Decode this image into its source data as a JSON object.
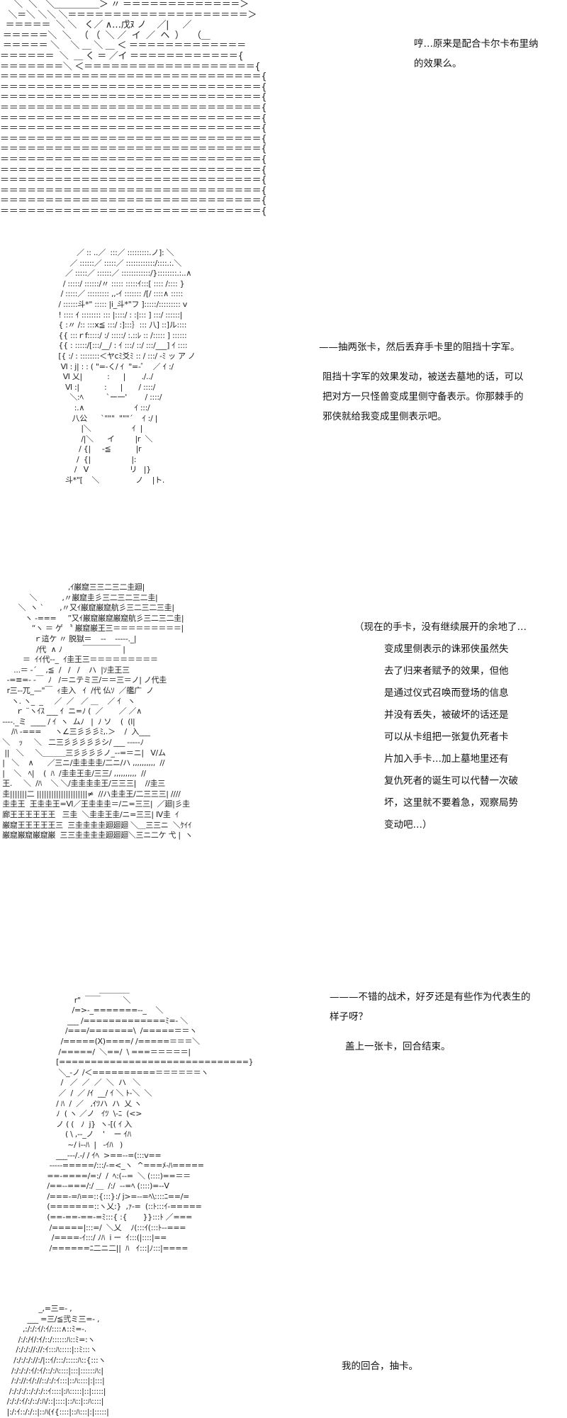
{
  "panels": [
    {
      "art": [
        "     ＼  ＼   ＼＿＿＿＿＿＞ 〃 ＝＝＝＝＝＝＝＝＝＝＝＝＝＞",
        "   ＼＝＼ ＼＼ ＼＝＝＝＝＝＝＝＝＝＝＝＝＝＝＝＝＝＝＝＝＞",
        "  ＝＝＝＝＝  ＼ ＼   く／ ∧…戊ﾇ ノ    ／|     ／",
        " ＝＝＝＝＝＼  ＼   （ （  ＼ ／  イ  ／  ヘ  ）   （＿",
        " ＝＝＝＝＝ ＼    ＼ ＿ ＼ ＿ ＜ ＝＝＝＝＝＝＝＝＝＝＝＝＝",
        "＝＝＝＝＝＝  ＼  ＿ く ＝ ／イ ＝＝＝＝＝＝＝＝＝＝＝＝{",
        "＝＝＝＝＝＝＝＼ ＜＝＝＝＝＝＝＝＝＝＝＝＝＝＝＝＝＝＝＝{",
        "＝＝＝＝＝＝＝＝＝＝＝＝＝＝＝＝＝＝＝＝＝＝＝＝＝＝＝＝＝{",
        "＝＝＝＝＝＝＝＝＝＝＝＝＝＝＝＝＝＝＝＝＝＝＝＝＝＝＝＝＝{",
        "＝＝＝＝＝＝＝＝＝＝＝＝＝＝＝＝＝＝＝＝＝＝＝＝＝＝＝＝＝{",
        "＝＝＝＝＝＝＝＝＝＝＝＝＝＝＝＝＝＝＝＝＝＝＝＝＝＝＝＝＝{",
        "＝＝＝＝＝＝＝＝＝＝＝＝＝＝＝＝＝＝＝＝＝＝＝＝＝＝＝＝＝{",
        "＝＝＝＝＝＝＝＝＝＝＝＝＝＝＝＝＝＝＝＝＝＝＝＝＝＝＝＝＝{",
        "＝＝＝＝＝＝＝＝＝＝＝＝＝＝＝＝＝＝＝＝＝＝＝＝＝＝＝＝＝{",
        "＝＝＝＝＝＝＝＝＝＝＝＝＝＝＝＝＝＝＝＝＝＝＝＝＝＝＝＝＝{",
        "＝＝＝＝＝＝＝＝＝＝＝＝＝＝＝＝＝＝＝＝＝＝＝＝＝＝＝＝＝{",
        "＝＝＝＝＝＝＝＝＝＝＝＝＝＝＝＝＝＝＝＝＝＝＝＝＝＝＝＝＝{",
        "＝＝＝＝＝＝＝＝＝＝＝＝＝＝＝＝＝＝＝＝＝＝＝＝＝＝＝＝＝{",
        "＝＝＝＝＝＝＝＝＝＝＝＝＝＝＝＝＝＝＝＝＝＝＝＝＝＝＝＝＝{",
        "＝＝＝＝＝＝＝＝＝＝＝＝＝＝＝＝＝＝＝＝＝＝＝＝＝＝＝＝＝{",
        "＝＝＝＝＝＝＝＝＝＝＝＝＝＝＝＝＝＝＝＝＝＝＝＝＝＝＝＝＝{"
      ],
      "lines": [
        "哼…原来是配合卡尔卡布里纳",
        "的效果么。"
      ]
    },
    {
      "art": [
        "               ／ :: ..／  :::／ :::::::::.ノ]: ＼",
        "            ／ ::::::／ :::::／ ::::::::::::/::::.:.＼",
        "          ／ :::::／ ::::::／ ::::::::::::/}::::::::.:..∧",
        "         / :::::/ ::::::/〃 ::::: :::::ｲ:::[ :::: /:::: }",
        "        / :::::／ ::::::::: ,,-ｲ ::::::: /[/ ::::∧ :::::",
        "       / ::::::斗*\" ::::: |i_斗*\"フ ]:::::/::::::::: v",
        "       ! :::: ｲ :::::::: ::: |::::/ : :|::: ] :::/ ::::::|",
        "       { :〃 /:: :::x≦ :::/ :]:::｝::: 八] ::]ル::::",
        "       {{ :::ｒf:::::/ :/ :::::/ :.::ﾚ :: /::::: ] ::::::",
        "       {{ : :::::/[:::/__/ : ｲ :::/ ::/ :::/___] ｲ ::::",
        "       [{ :/ : ::::::::＜ヤcﾐ爻ﾐ :: / :::/ -ﾐ ッ ア ノ",
        "        Ⅵ : j| : : ( \"=-く/ ｲ  \"=-゜  ／ ｲ :/",
        "         Ⅵ 乂|           :      |       ./../",
        "          Ⅵ :|           :      |       / ::::/",
        "            ＼:ﾍ          `ー一'        / ::::/",
        "              :.∧                      ｲ :::/",
        "             八公      `\"\"\"  \"\"\"´    ｲ :/ |",
        "                 |＼                  ｲ  |",
        "                 /|＼      イ         |r  ＼",
        "                / {|     -≦           |r",
        "               /  {|                  |:",
        "              /   V                  リ   |}",
        "          斗*\"[    ＼                ノ    |ト."
      ],
      "lines": [
        "——抽两张卡，然后丢弃手卡里的阻挡十字军。",
        "阻挡十字军的效果发动，被送去墓地的话，可以",
        "把对方一只怪兽变成里侧守备表示。你那棘手的",
        "邪侠就给我变成里侧表示吧。"
      ]
    },
    {
      "art": [
        "                              ,ｲ巌窟三三二三二圭廻|",
        "             ＼           ,〃巌窟圭彡三二三二三二圭|",
        "        ＼  ヽ `       ,〃又ｲ巌窟巌窟航彡三二三二三圭|",
        "           ヽ -===     ”又ｲ巌窟巌窟巌窟航彡三二三二圭|",
        "              “ヽ ＝ ゲ 〝 巌窟巌王三＝＝＝＝＝＝＝＝＝|",
        "               ｒ這ケ 〃 脱獄＝    --    -----._|",
        "                /代  ∧ ﾉ         ￣￣￣￣￣ |",
        "          ＝  ｲｲ代--_  ｲ圭王三＝＝＝＝＝＝＝＝＝",
        "      ...＝ ‐´    ,≦  /   /   /    ハ  |ｿ圭王三",
        "   -=≡=- -￣  ﾉ   /＝ニテミ三/＝＝三＝ノ| ノ代圭",
        "   r三--兀_—\"￣  ｨ圭入   ｲ  /代 仏ｿ  ／艦广  ノ",
        "     ヽ. ヽ_  _     ／  ／   ／ ＿    ／ ｲ   ヽ",
        "       ｒ ¨ヽｲｽ ___ ｲ  ニ=ﾉ (  ／       ／ ／∧",
        " ----._ミ  ____ / ｲ  ヽ  ムﾉ   |  ﾉ ソ    (  (l|",
        "     /ﾊ ‐===      ヽ∠三彡彡彡ﾐ,.＞    /  入___",
        " ＼    ｯ     ＼   二三彡彡彡彡彡シ/ ___ -----ﾉ",
        "  ||   ＼     ＼＿＿＿三彡彡彡彡ノ_--=＝ニ|   V/ム",
        " |   ＼    ∧      ／三ニ/圭圭圭圭/二ニ/ハ ,,,,,,,,,,  //",
        " |    ＼   ﾍ|    (  ﾊ  /圭圭王圭/三三/ ,,,,,,,,,,  //",
        " 王.     ＼  /ﾊ    ＼ ＼/圭圭圭圭王/三三三|    //圭三",
        " 圭|||||||二 |||||||||||||||||||||≠  //ハ圭圭王/二三三三| ////",
        " 圭圭王  王圭圭王=Ⅵ／王圭圭圭＝/ニ=三三|  ／廻|彡圭",
        " 廊王王王王王王   三圭  ＼圭圭王圭/ニ=三三| Ⅳ圭  ｲ",
        " 巌窟王王王王王三  三圭圭圭圭廻廻廻 ＼＿三三ニ  ＼ｹｲｲ",
        " 巌窟巌窟巌窟巌  三三圭圭圭圭廻廻廻＼三ニ二ケ 弋 |  ヽ"
      ],
      "lines": [
        "（现在的手卡，没有继续展开的余地了…",
        "变成里侧表示的诛邪侠虽然失",
        "去了归来者赋予的效果，但他",
        "是通过仪式召唤而登场的信息",
        "并没有丢失，被破坏的话还是",
        "可以从卡组把一张复仇死者卡",
        "片加入手卡…加上墓地里还有",
        "复仇死者的诞生可以代替一次破",
        "坏，这里就不要着急，观察局势",
        "变动吧…）"
      ]
    },
    {
      "art": [
        "                         ＿＿＿＿",
        "              r\"  ￣￣          ＼",
        "             /=>-_=======--_    ＼",
        "           ___ /=============ﾐ=- ＼",
        "          /===/=======\\  /=====＝＝ヽ",
        "        /=====(X)====/ /=====＝＝＝＼",
        "       /=====/  ＼==/  \\ ===＝＝＝＝＝|",
        "      [==============================}",
        "       ＼_-ノ /＜==========＝＝＝＝＝＝ヽ",
        "        /   ／  ／  ／  ＼  ハ   ＼",
        "       ／  /  ／ /ｲ  __/ ｲ ＼ ﾄ-＼  ＼",
        "      / ﾊ  /  ／   ,ｲﾂハ  ハ  乂 ヽ",
        "      ﾉ  ( ヽ ／ノ   ｲﾂ  \\-ﾆ  (<>",
        "      ノ ( (   ﾉ  j}  ヽ-[( ｲ 入",
        "          ( \\ ,--_ノ    '    ー ｲﾊ",
        "           ~/ i--ﾊ  |   -ｲﾊ   )",
        "      ___---/.-/ / ｲﾍ  >==--=(:::v==",
        "   -----=====/:::/-=<_ヽ  ^===ﾒ-ﾊ=====",
        "  ==-====/=:/  /  ﾍ:(--=  ＼ (::::)==＝＝",
        "  /==--===/:/ ＿  /:/  --=ﾍ (::::)=--V",
        "  /===-=ﾊ==::{:::}:/ j>=--=ﾍ\\::::ﾆ==/=",
        "  (=======::ヽ乂:}  ,ｧ-=  (::ﾄ:::ｲ-=====",
        "  (==-==-==-=ﾐ:::{ :{       }}:::ﾄ ／===",
        "   /=====|:::=/  ＼乂    ﾉ(:::ｲ(:::ﾄ--===",
        "    /====-ｲ:::/ ﾉﾊ  i ー  ｲ:::(|::::|==",
        "   /======ﾆ二ニ二||  ﾊ   ｲ:::|ﾉ:::|===="
      ],
      "lines": [
        "———不错的战术，好歹还是有些作为代表生的",
        "样子呀？",
        "盖上一张卡，回合结束。"
      ]
    },
    {
      "art": [
        "                 _,=三=- ,",
        "            ___ =三/≦弐ミ三=- ,",
        "          ,:/:/:ｲ/:ｲ/::::∧::ﾐ=-.",
        "        /:/:/ｲ/:ｲ/::/::::::ﾊ::ﾐ=:ヽ",
        "       /:/:/://://:ｲ:::ﾊ:::::|::ﾐ:::ヽ",
        "      /:/:/:/://:/|::ｲ/:::/:::::ﾊ::{:::ヽ",
        "     /:/:/:/:ｲ/:ｲ/::/:ﾊ::::|:::|::::::ﾊ:|",
        "     /:/://:ｲ/://::/:/:ｲ:::|::ﾊ::::|:|:::|",
        "    /:/:/:/::/:/:/::ｲ::::|:ﾊ:::::|::|:::::|",
        "   /:/:/:ｲ/:/::/:ﾊ/::|::::|::ﾊ::|::ﾊ::::|",
        "   |:/:ｲ::/:/::|::ﾊ(ｲ{::::|::ﾊ:::|:|:::::|"
      ],
      "lines": [
        "我的回合，抽卡。"
      ]
    }
  ]
}
